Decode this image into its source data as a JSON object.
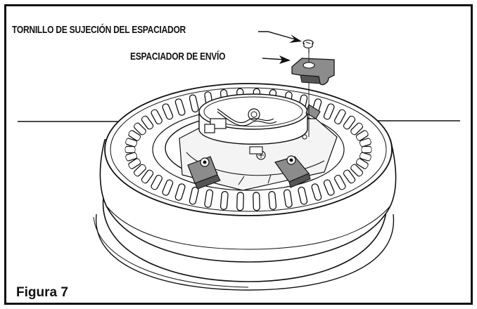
{
  "labels": {
    "screw": "TORNILLO DE SUJECIÓN DEL ESPACIADOR",
    "spacer": "ESPACIADOR DE ENVÍO"
  },
  "caption": "Figura 7",
  "colors": {
    "line": "#111111",
    "part_fill": "#8c8c8c",
    "part_dark": "#555555",
    "background": "#ffffff"
  },
  "icons": {
    "screw": "spacer-screw-icon",
    "spacer": "shipping-spacer-icon"
  }
}
